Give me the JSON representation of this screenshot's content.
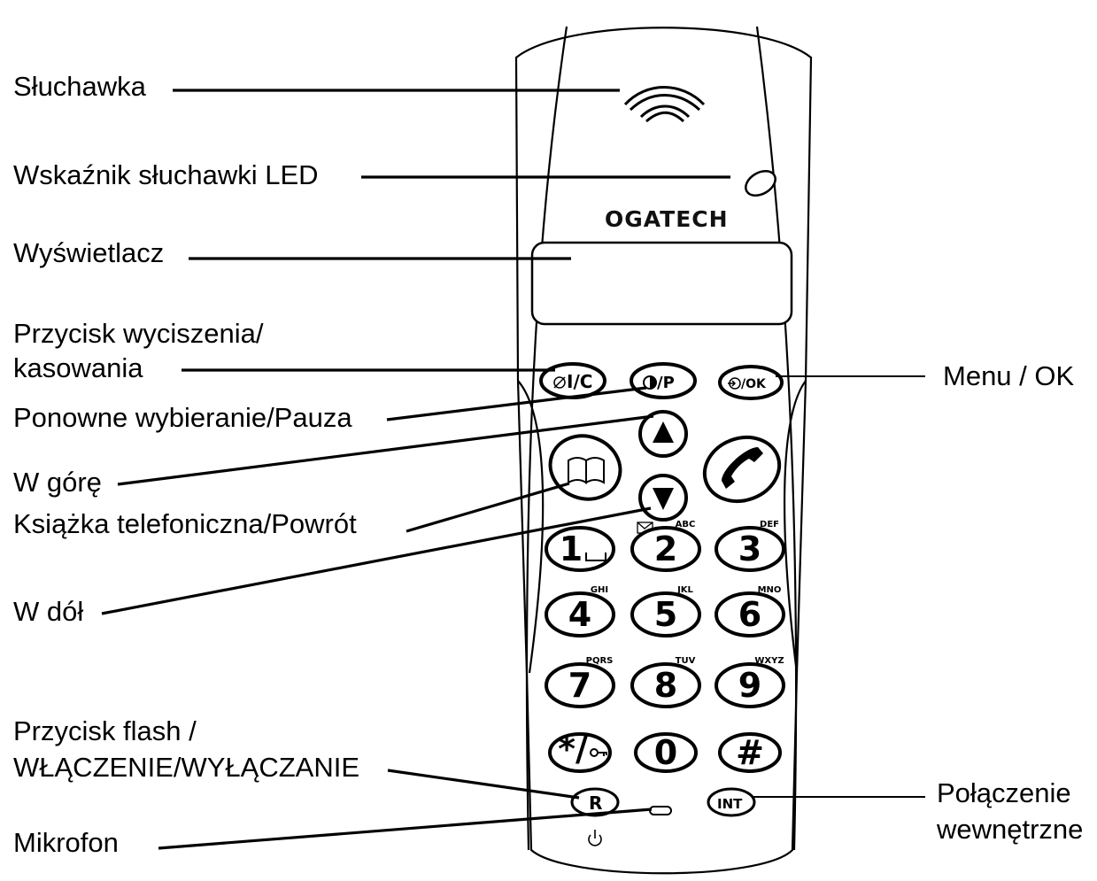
{
  "brand": "OGATECH",
  "callouts": {
    "earpiece": "Słuchawka",
    "led": "Wskaźnik słuchawki LED",
    "display": "Wyświetlacz",
    "mute_line1": "Przycisk wyciszenia/",
    "mute_line2": "kasowania",
    "redial": "Ponowne wybieranie/Pauza",
    "up": "W górę",
    "phonebook": "Książka telefoniczna/Powrót",
    "down": "W dół",
    "flash_line1": "Przycisk flash /",
    "flash_line2": "WŁĄCZENIE/WYŁĄCZANIE",
    "mic": "Mikrofon",
    "menu": "Menu / OK",
    "intercom_line1": "Połączenie",
    "intercom_line2": "wewnętrzne"
  },
  "soft_keys": {
    "mute": "I/C",
    "redial": "/P",
    "menu": "/OK"
  },
  "keypad": [
    {
      "digit": "1",
      "letters": ""
    },
    {
      "digit": "2",
      "letters": "ABC"
    },
    {
      "digit": "3",
      "letters": "DEF"
    },
    {
      "digit": "4",
      "letters": "GHI"
    },
    {
      "digit": "5",
      "letters": "JKL"
    },
    {
      "digit": "6",
      "letters": "MNO"
    },
    {
      "digit": "7",
      "letters": "PQRS"
    },
    {
      "digit": "8",
      "letters": "TUV"
    },
    {
      "digit": "9",
      "letters": "WXYZ"
    },
    {
      "digit": "*/",
      "letters": ""
    },
    {
      "digit": "0",
      "letters": ""
    },
    {
      "digit": "#",
      "letters": ""
    }
  ],
  "bottom_keys": {
    "flash": "R",
    "intercom": "INT"
  },
  "icons": {
    "mute": "mute-icon",
    "redial": "redial-icon",
    "menu": "menu-arrow-icon",
    "up": "up-arrow-icon",
    "down": "down-arrow-icon",
    "phonebook": "book-icon",
    "call": "handset-icon",
    "voicemail": "envelope-icon",
    "keylock": "key-icon",
    "power": "power-icon"
  }
}
